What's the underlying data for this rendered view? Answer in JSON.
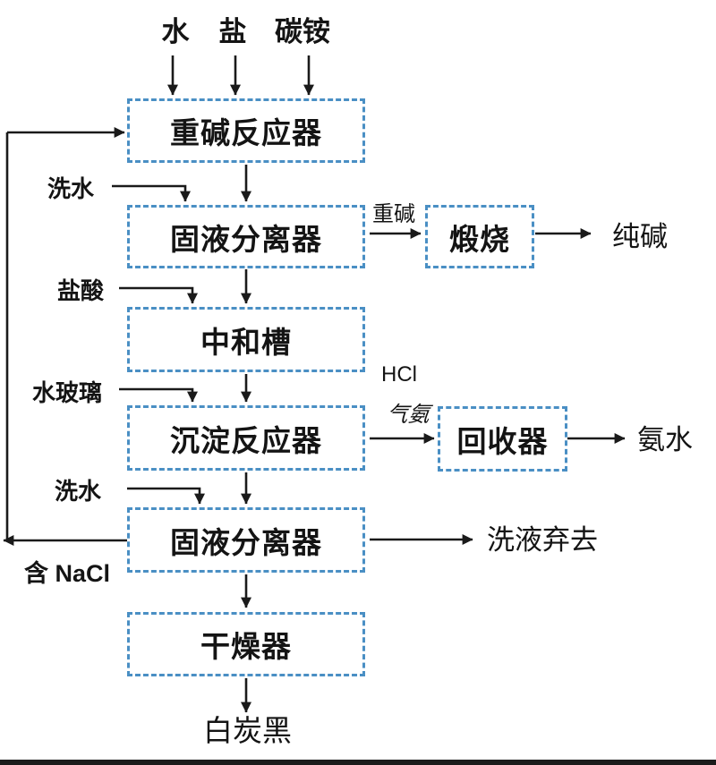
{
  "flowchart": {
    "top_inputs": [
      {
        "label": "水"
      },
      {
        "label": "盐"
      },
      {
        "label": "碳铵"
      }
    ],
    "boxes": [
      {
        "id": "heavy-alkali-reactor",
        "label": "重碱反应器"
      },
      {
        "id": "solid-liquid-separator-1",
        "label": "固液分离器"
      },
      {
        "id": "neutralization-tank",
        "label": "中和槽"
      },
      {
        "id": "precipitation-reactor",
        "label": "沉淀反应器"
      },
      {
        "id": "solid-liquid-separator-2",
        "label": "固液分离器"
      },
      {
        "id": "dryer",
        "label": "干燥器"
      },
      {
        "id": "calciner",
        "label": "煅烧"
      },
      {
        "id": "recovery-unit",
        "label": "回收器"
      }
    ],
    "left_inputs": [
      {
        "label": "洗水"
      },
      {
        "label": "盐酸"
      },
      {
        "label": "水玻璃"
      },
      {
        "label": "洗水"
      }
    ],
    "stream_labels": [
      {
        "id": "heavy-alkali",
        "label": "重碱"
      },
      {
        "id": "hcl",
        "label": "HCl"
      },
      {
        "id": "ammonia-gas",
        "label": "气氨"
      },
      {
        "id": "contains-nacl",
        "label": "含 NaCl"
      }
    ],
    "outputs": [
      {
        "label": "纯碱"
      },
      {
        "label": "氨水"
      },
      {
        "label": "洗液弃去"
      },
      {
        "label": "白炭黑"
      }
    ],
    "colors": {
      "box_border": "#4a8fc4",
      "line_color": "#1a1a1a"
    }
  }
}
